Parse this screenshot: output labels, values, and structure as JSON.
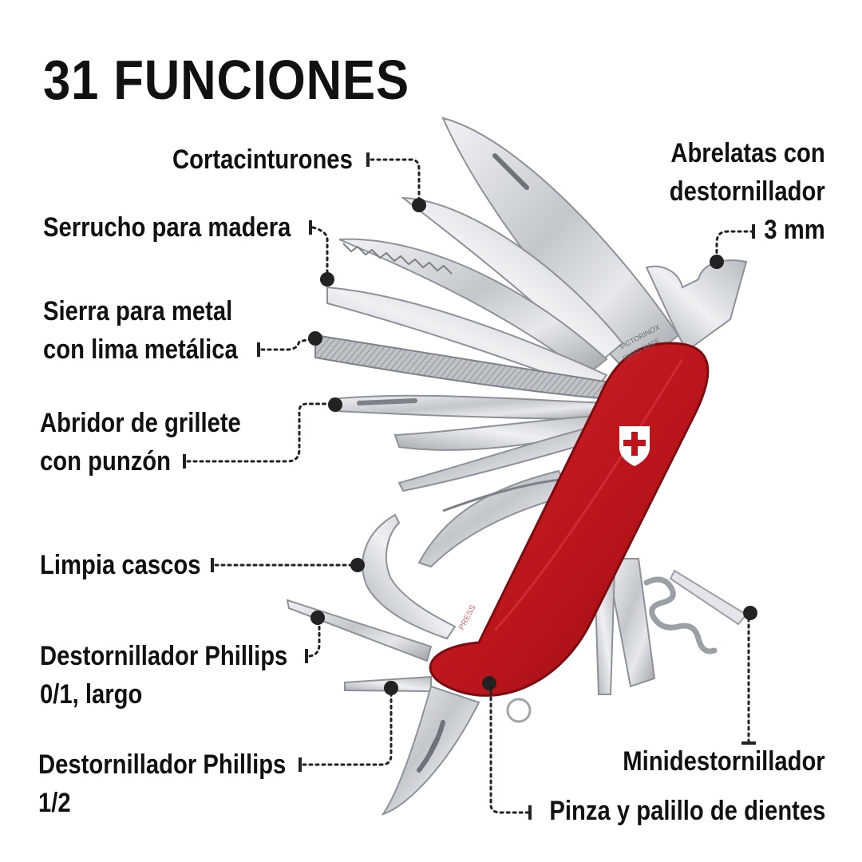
{
  "title": "31 FUNCIONES",
  "handle_text": {
    "brand": "VICTORINOX",
    "origin": "SWISS MADE",
    "press": "PRESS"
  },
  "colors": {
    "handle": "#c0141c",
    "steel": "#c9ccd0",
    "text": "#111111",
    "leader": "#222222"
  },
  "labels": {
    "cortacinturones": [
      "Cortacinturones"
    ],
    "serrucho": [
      "Serrucho para madera"
    ],
    "sierra": [
      "Sierra para metal",
      "con lima metálica"
    ],
    "abridor": [
      "Abridor de grillete",
      "con punzón"
    ],
    "limpia": [
      "Limpia cascos"
    ],
    "phillips01": [
      "Destornillador Phillips",
      "0/1, largo"
    ],
    "phillips12": [
      "Destornillador Phillips",
      "1/2"
    ],
    "abrelatas": [
      "Abrelatas con",
      "destornillador",
      "3 mm"
    ],
    "minidest": [
      "Minidestornillador"
    ],
    "pinza": [
      "Pinza y palillo de dientes"
    ]
  }
}
